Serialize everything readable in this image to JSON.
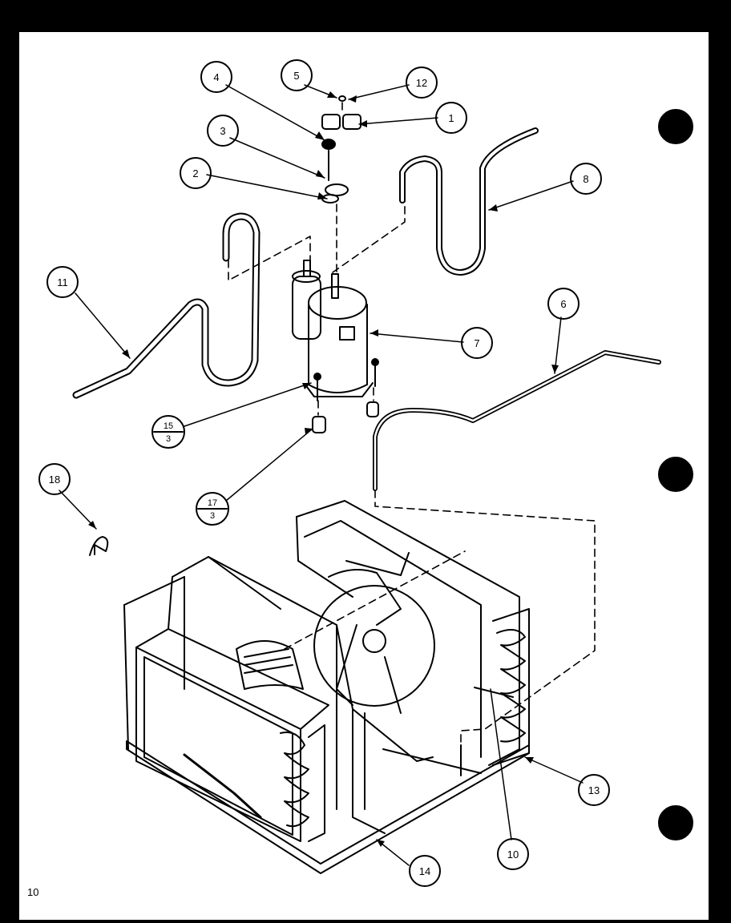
{
  "page_number": "10",
  "callouts": [
    {
      "id": "c4",
      "label": "4"
    },
    {
      "id": "c5",
      "label": "5"
    },
    {
      "id": "c12",
      "label": "12"
    },
    {
      "id": "c1",
      "label": "1"
    },
    {
      "id": "c3",
      "label": "3"
    },
    {
      "id": "c2",
      "label": "2"
    },
    {
      "id": "c8",
      "label": "8"
    },
    {
      "id": "c11",
      "label": "11"
    },
    {
      "id": "c7",
      "label": "7"
    },
    {
      "id": "c6",
      "label": "6"
    },
    {
      "id": "c18",
      "label": "18"
    },
    {
      "id": "c13",
      "label": "13"
    },
    {
      "id": "c10",
      "label": "10"
    },
    {
      "id": "c14",
      "label": "14"
    }
  ],
  "fraction_callouts": [
    {
      "id": "f15",
      "numerator": "15",
      "denominator": "3"
    },
    {
      "id": "f17",
      "numerator": "17",
      "denominator": "3"
    }
  ]
}
